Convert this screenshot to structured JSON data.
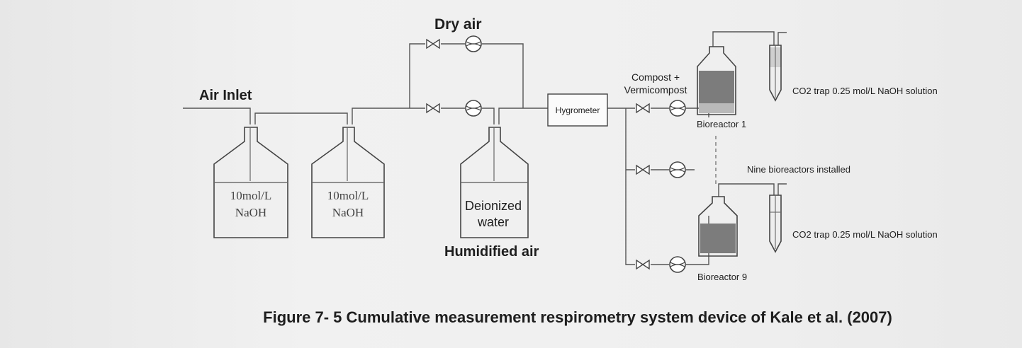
{
  "labels": {
    "air_inlet": "Air Inlet",
    "dry_air": "Dry air",
    "humidified_air": "Humidified air",
    "hygrometer": "Hygrometer",
    "compost_line1": "Compost +",
    "compost_line2": "Vermicompost",
    "bioreactor_1": "Bioreactor 1",
    "bioreactor_9": "Bioreactor 9",
    "nine_installed": "Nine bioreactors installed",
    "co2_trap_1": "CO2 trap 0.25 mol/L NaOH solution",
    "co2_trap_9": "CO2 trap 0.25 mol/L NaOH solution"
  },
  "bottles": [
    {
      "line1": "10mol/L",
      "line2": "NaOH"
    },
    {
      "line1": "10mol/L",
      "line2": "NaOH"
    },
    {
      "line1": "Deionized",
      "line2": "water"
    }
  ],
  "caption": "Figure 7- 5 Cumulative measurement respirometry system device of Kale et al. (2007)",
  "colors": {
    "line": "#555555",
    "text": "#1e1e1e",
    "compost_fill": "#7c7c7c"
  }
}
